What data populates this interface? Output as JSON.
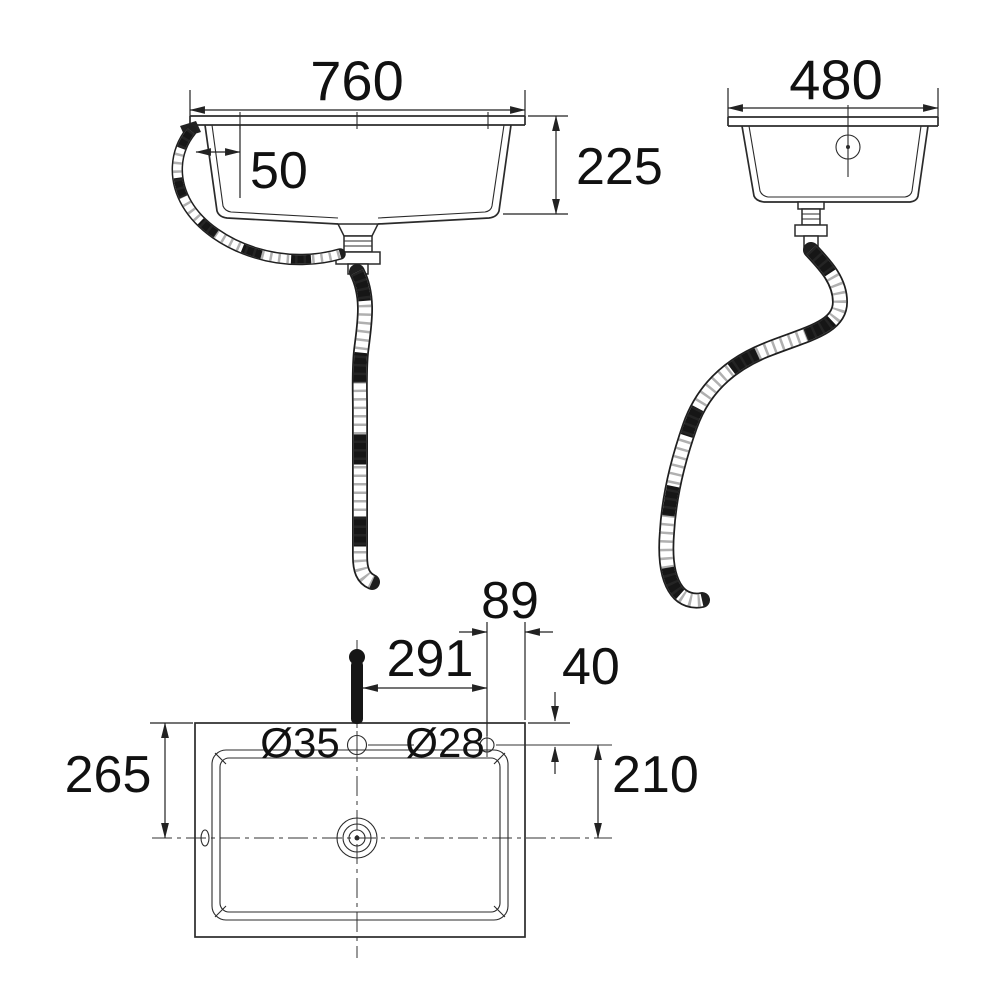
{
  "page": {
    "background": "#ffffff",
    "line_color": "#2b2b2b",
    "text_color": "#111111"
  },
  "drawing": {
    "front_view": {
      "width_label": "760",
      "offset_label": "50",
      "depth_label": "225"
    },
    "side_view": {
      "width_label": "480"
    },
    "plan_view": {
      "hole_to_edge_label": "89",
      "hole_spacing_label": "291",
      "hole_inset_label": "40",
      "holes_to_drain_label": "210",
      "edge_to_drain_label": "265",
      "main_hole_diameter_label": "Ø35",
      "secondary_hole_diameter_label": "Ø28"
    }
  }
}
